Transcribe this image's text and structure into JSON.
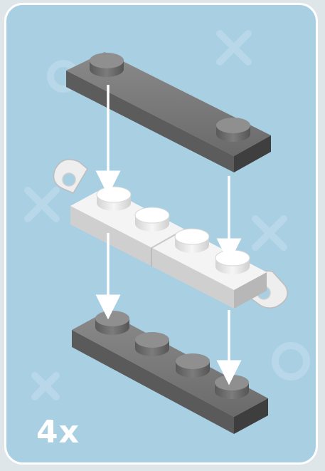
{
  "instruction_step": {
    "quantity_label": "4x"
  },
  "pieces": [
    {
      "name": "top-plate",
      "color": "#6d6d6d",
      "studs": 2
    },
    {
      "name": "middle-clip-plate",
      "color": "#ececec",
      "studs": 4
    },
    {
      "name": "bottom-plate",
      "color": "#6d6d6d",
      "studs": 4
    }
  ],
  "colors": {
    "background": "#a9cfe3",
    "border": "#ffffff",
    "arrow": "#ffffff",
    "dark_grey": "#6d6d6d",
    "light_grey": "#ececec"
  }
}
